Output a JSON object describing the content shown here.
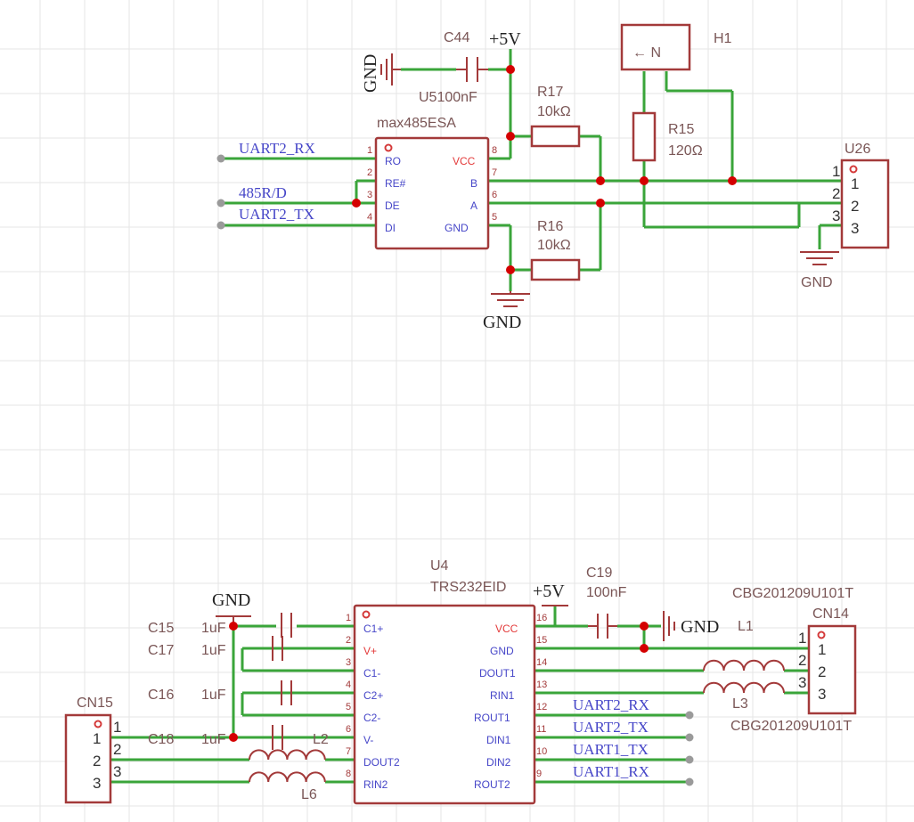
{
  "top": {
    "ic": {
      "name": "max485ESA",
      "left_pins": [
        {
          "num": "1",
          "label": "RO"
        },
        {
          "num": "2",
          "label": "RE#"
        },
        {
          "num": "3",
          "label": "DE"
        },
        {
          "num": "4",
          "label": "DI"
        }
      ],
      "right_pins": [
        {
          "num": "8",
          "label": "VCC"
        },
        {
          "num": "7",
          "label": "B"
        },
        {
          "num": "6",
          "label": "A"
        },
        {
          "num": "5",
          "label": "GND"
        }
      ]
    },
    "nets": {
      "uart2_rx": "UART2_RX",
      "r485": "485R/D",
      "uart2_tx": "UART2_TX"
    },
    "c44": {
      "ref": "C44",
      "value": "U5100nF"
    },
    "vcc": "+5V",
    "gnd_left": "GND",
    "gnd_bottom": "GND",
    "gnd_right": "GND",
    "r17": {
      "ref": "R17",
      "value": "10kΩ"
    },
    "r16": {
      "ref": "R16",
      "value": "10kΩ"
    },
    "r15": {
      "ref": "R15",
      "value": "120Ω"
    },
    "h1": {
      "ref": "H1",
      "inner": "← N"
    },
    "u26": {
      "ref": "U26",
      "pins": [
        "1",
        "2",
        "3"
      ],
      "outer": [
        "1",
        "2",
        "3"
      ]
    }
  },
  "bottom": {
    "ic": {
      "ref": "U4",
      "name": "TRS232EID",
      "left_pins": [
        {
          "num": "1",
          "label": "C1+"
        },
        {
          "num": "2",
          "label": "V+"
        },
        {
          "num": "3",
          "label": "C1-"
        },
        {
          "num": "4",
          "label": "C2+"
        },
        {
          "num": "5",
          "label": "C2-"
        },
        {
          "num": "6",
          "label": "V-"
        },
        {
          "num": "7",
          "label": "DOUT2"
        },
        {
          "num": "8",
          "label": "RIN2"
        }
      ],
      "right_pins": [
        {
          "num": "16",
          "label": "VCC"
        },
        {
          "num": "15",
          "label": "GND"
        },
        {
          "num": "14",
          "label": "DOUT1"
        },
        {
          "num": "13",
          "label": "RIN1"
        },
        {
          "num": "12",
          "label": "ROUT1"
        },
        {
          "num": "11",
          "label": "DIN1"
        },
        {
          "num": "10",
          "label": "DIN2"
        },
        {
          "num": "9",
          "label": "ROUT2"
        }
      ]
    },
    "vcc": "+5V",
    "gnd_top": "GND",
    "gnd_right": "GND",
    "c19": {
      "ref": "C19",
      "value": "100nF"
    },
    "caps": [
      {
        "ref": "C15",
        "value": "1uF"
      },
      {
        "ref": "C17",
        "value": "1uF"
      },
      {
        "ref": "C16",
        "value": "1uF"
      },
      {
        "ref": "C18",
        "value": "1uF"
      }
    ],
    "l1": "L1",
    "l2": "L2",
    "l3": "L3",
    "l6": "L6",
    "cbg_top": "CBG201209U101T",
    "cbg_bottom": "CBG201209U101T",
    "cn14": {
      "ref": "CN14",
      "pins": [
        "1",
        "2",
        "3"
      ],
      "outer": [
        "1",
        "2",
        "3"
      ]
    },
    "cn15": {
      "ref": "CN15",
      "pins": [
        "1",
        "2",
        "3"
      ],
      "outer": [
        "1",
        "2",
        "3"
      ]
    },
    "nets": [
      "UART2_RX",
      "UART2_TX",
      "UART1_TX",
      "UART1_RX"
    ]
  }
}
